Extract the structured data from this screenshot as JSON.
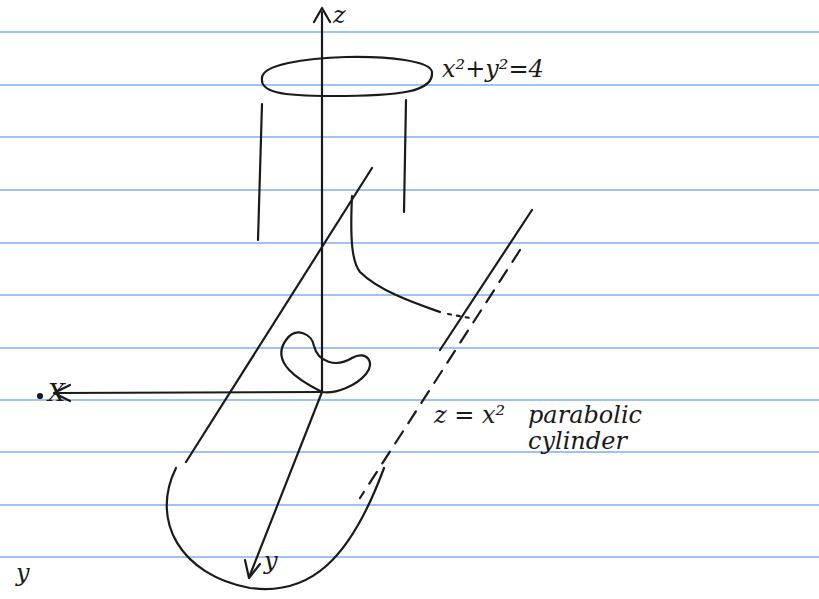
{
  "diagram": {
    "labels": [
      "z",
      "x²+y²=4",
      "X",
      "y",
      "z = x²",
      "parabolic cylinder",
      "y"
    ]
  }
}
